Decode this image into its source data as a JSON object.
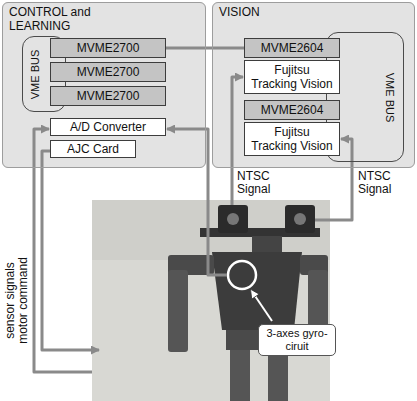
{
  "diagram": {
    "nodes": [
      {
        "text": [
          "CONTROL and LEARNING"
        ]
      },
      {
        "text": [
          "VME BUS"
        ],
        "in": 0
      },
      {
        "text": [
          "MVME2700"
        ],
        "in": 0
      },
      {
        "text": [
          "MVME2700"
        ],
        "in": 0
      },
      {
        "text": [
          "MVME2700"
        ],
        "in": 0
      },
      {
        "text": [
          "A/D Converter"
        ],
        "in": 0
      },
      {
        "text": [
          "AJC Card"
        ],
        "in": 0
      },
      {
        "text": [
          "VISION"
        ]
      },
      {
        "text": [
          "VME BUS"
        ],
        "in": 7
      },
      {
        "text": [
          "MVME2604"
        ],
        "in": 7
      },
      {
        "text": [
          "Fujitsu Tracking Vision"
        ],
        "in": 7
      },
      {
        "text": [
          "MVME2604"
        ],
        "in": 7
      },
      {
        "text": [
          "Fujitsu Tracking Vision"
        ],
        "in": 7
      },
      {
        "text": [
          "3-axes gyro-ciruit"
        ]
      }
    ],
    "edges": [
      {
        "from": 2,
        "to": 9,
        "arrow": "none"
      }
    ],
    "labels": [
      "NTSC Signal",
      "NTSC Signal",
      "sensor signals",
      "motor command"
    ]
  }
}
